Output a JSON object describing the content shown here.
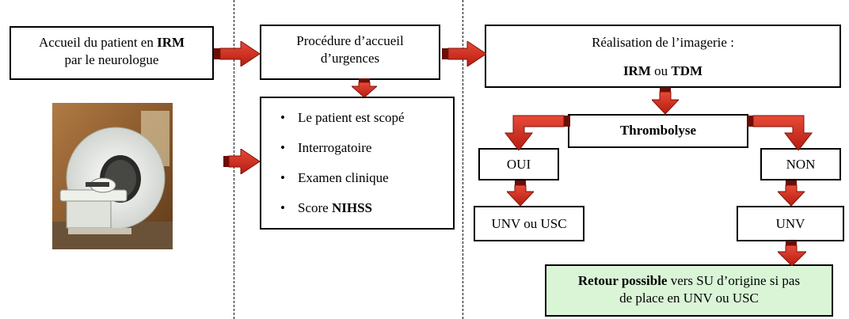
{
  "box_accueil": {
    "pre": "Accueil du patient en ",
    "bold": "IRM",
    "line2": "par le neurologue"
  },
  "box_procedure": {
    "line1": "Procédure d’accueil",
    "line2": "d’urgences"
  },
  "checklist": {
    "items": [
      "Le patient est scopé",
      "Interrogatoire",
      "Examen clinique"
    ],
    "score_pre": "Score ",
    "score_bold": "NIHSS"
  },
  "box_imagerie": {
    "line1": "Réalisation de l’imagerie :",
    "irm": "IRM",
    "ou": " ou ",
    "tdm": "TDM"
  },
  "thrombolyse": "Thrombolyse",
  "oui": "OUI",
  "non": "NON",
  "unv_usc": "UNV ou USC",
  "unv": "UNV",
  "retour": {
    "bold": "Retour possible",
    "rest": " vers SU d’origine si pas",
    "line2": "de place en UNV ou USC"
  },
  "colors": {
    "arrow_red": "#d42a1c",
    "arrow_dark": "#8a1109",
    "retour_bg": "#d9f5d6"
  }
}
